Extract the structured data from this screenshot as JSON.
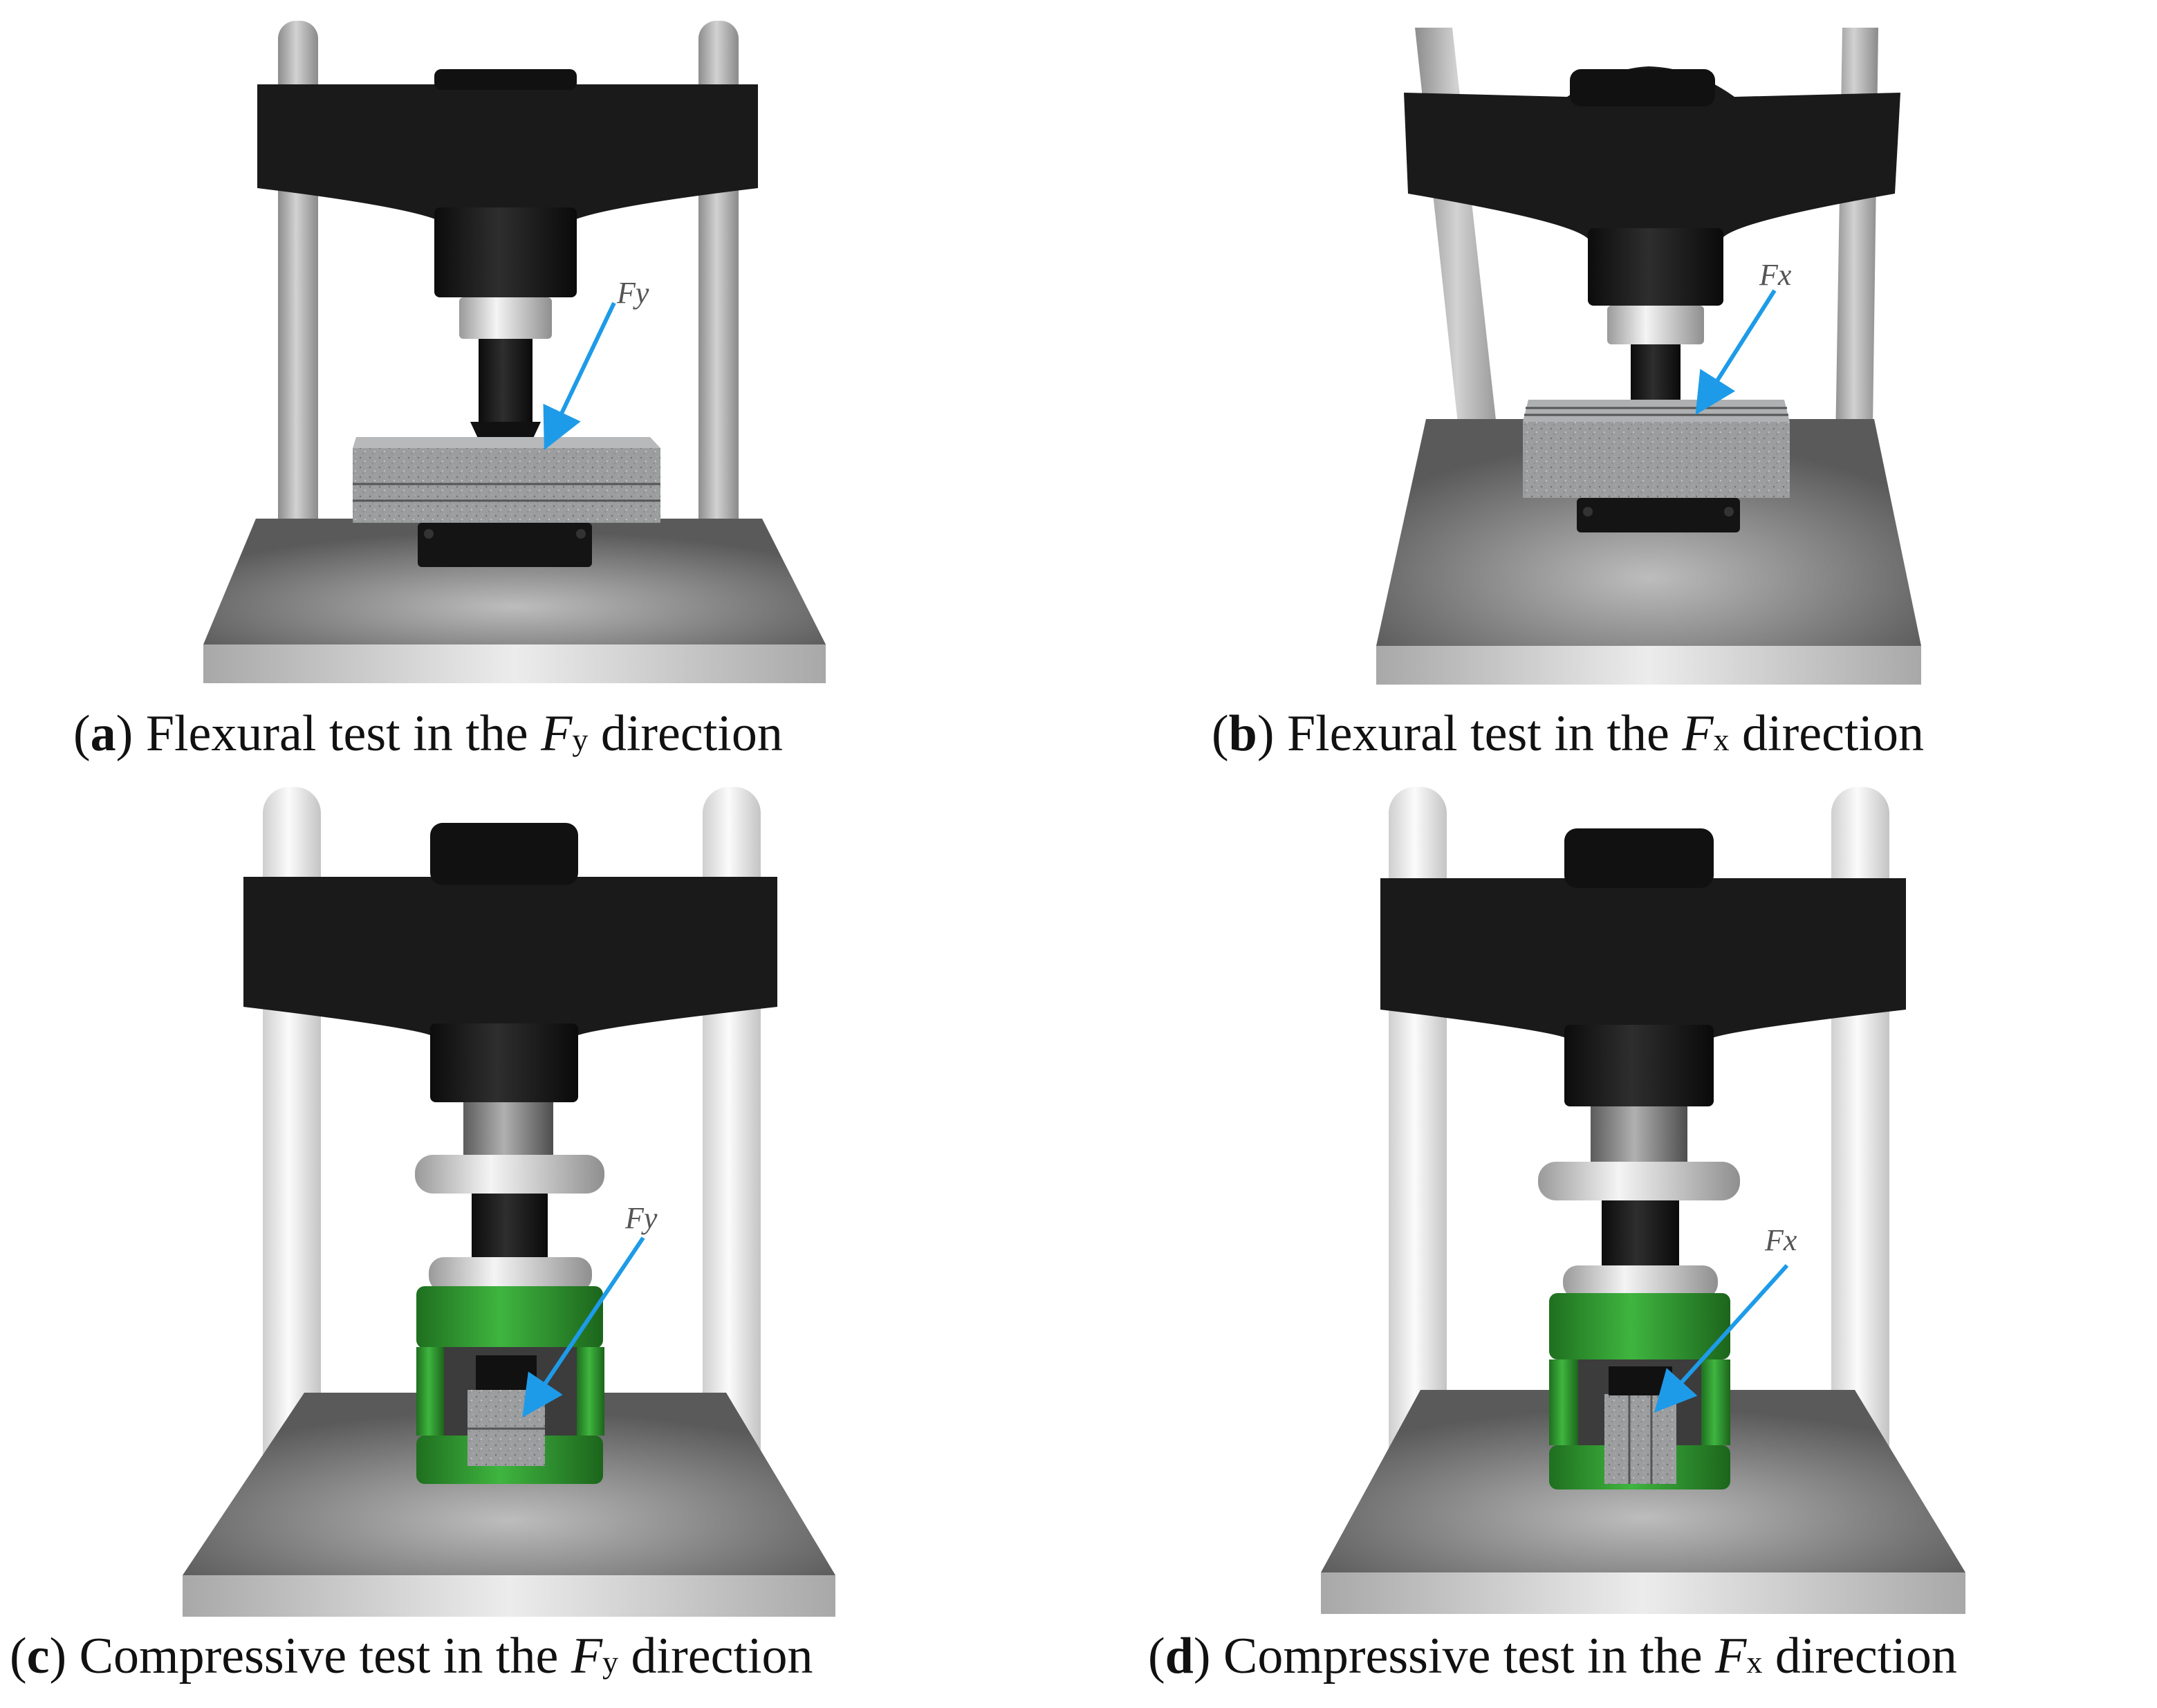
{
  "panels": [
    {
      "id": "a",
      "letter": "a",
      "text_before": " Flexural test in the ",
      "force_symbol": "F",
      "force_subscript": "y",
      "text_after": " direction",
      "label": "Fy",
      "test": "flexural",
      "direction": "y"
    },
    {
      "id": "b",
      "letter": "b",
      "text_before": " Flexural test in the ",
      "force_symbol": "F",
      "force_subscript": "x",
      "text_after": " direction",
      "label": "Fx",
      "test": "flexural",
      "direction": "x"
    },
    {
      "id": "c",
      "letter": "c",
      "text_before": " Compressive test in the ",
      "force_symbol": "F",
      "force_subscript": "y",
      "text_after": " direction",
      "label": "Fy",
      "test": "compressive",
      "direction": "y"
    },
    {
      "id": "d",
      "letter": "d",
      "text_before": " Compressive test in the ",
      "force_symbol": "F",
      "force_subscript": "x",
      "text_after": " direction",
      "label": "Fx",
      "test": "compressive",
      "direction": "x"
    }
  ],
  "colors": {
    "machine_black": "#1a1a1a",
    "rod_gray": "#b9b9b9",
    "rod_white": "#e8e8e8",
    "base_plate": "#6b6b6b",
    "specimen": "#9a9c9e",
    "fixture_green": "#2f9a2f",
    "arrow_blue": "#1e9be8"
  }
}
